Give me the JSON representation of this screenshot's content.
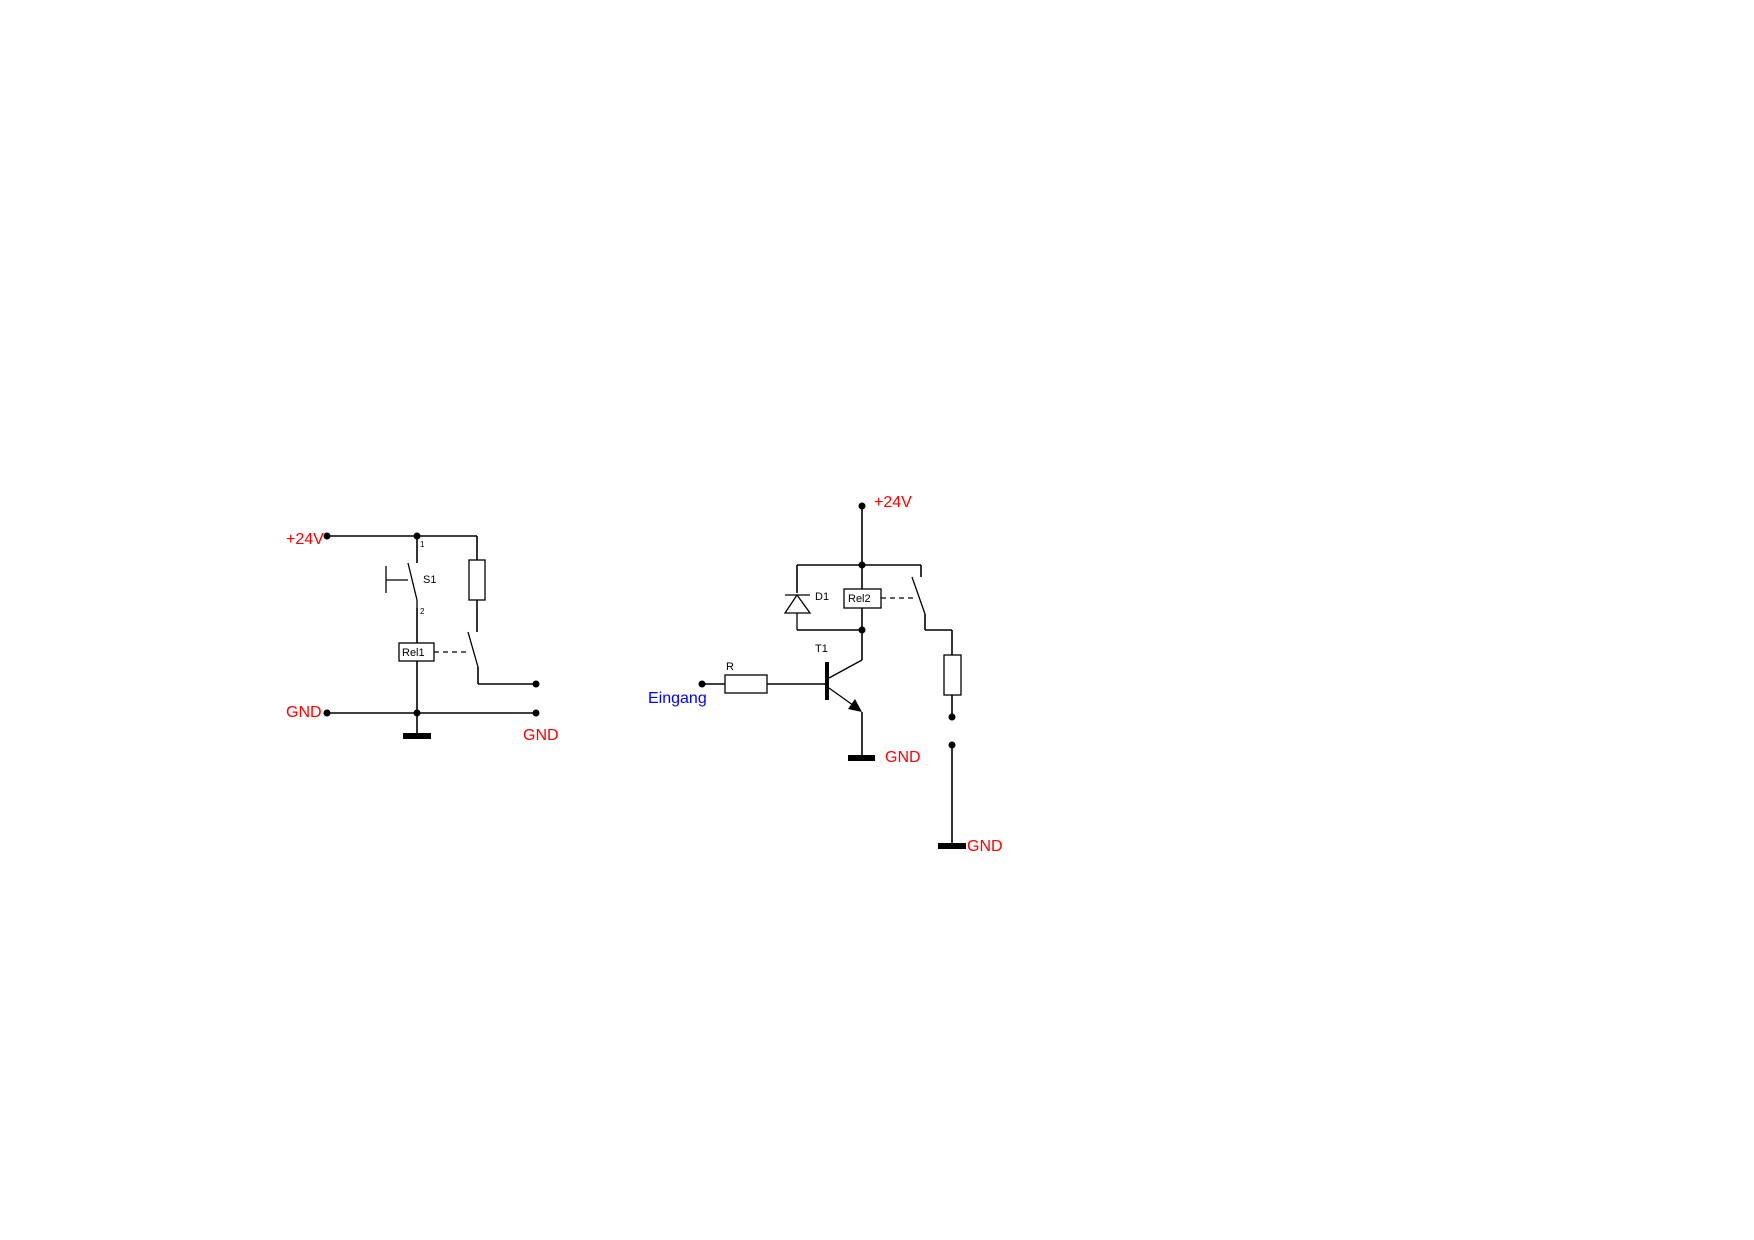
{
  "colors": {
    "supply": "#ff0000",
    "input": "#0000ff",
    "wire": "#000000"
  },
  "left_circuit": {
    "supply_label": "+24V",
    "gnd_left_label": "GND",
    "gnd_right_label": "GND",
    "switch_label": "S1",
    "pin1": "1",
    "pin2": "2",
    "relay_label": "Rel1"
  },
  "right_circuit": {
    "supply_label": "+24V",
    "diode_label": "D1",
    "relay_label": "Rel2",
    "transistor_label": "T1",
    "resistor_label": "R",
    "input_label": "Eingang",
    "gnd_transistor_label": "GND",
    "gnd_load_label": "GND"
  }
}
